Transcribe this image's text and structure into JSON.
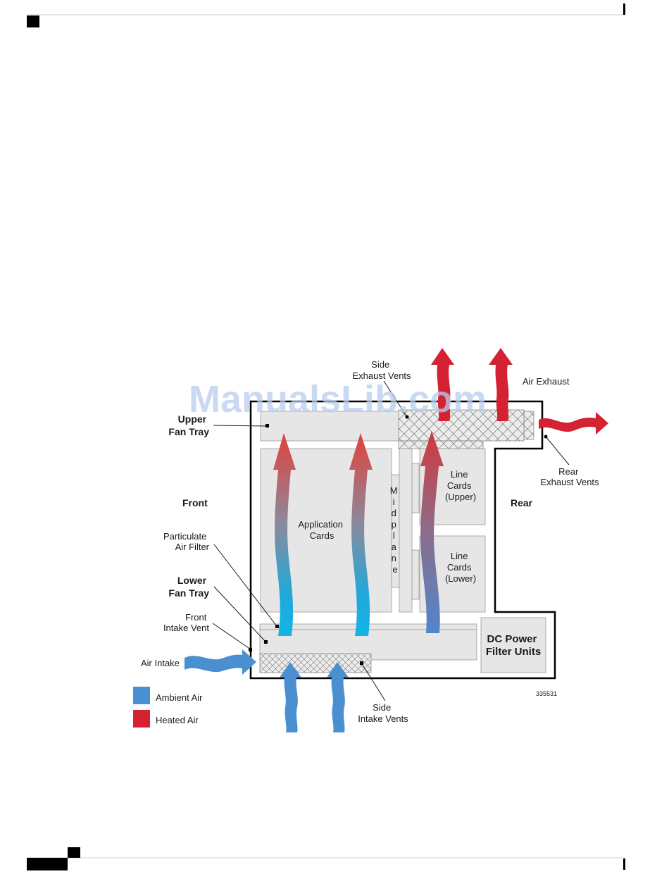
{
  "watermark": "ManualsLib.com",
  "diagram_id": "335531",
  "labels": {
    "side_exhaust_vents": [
      "Side",
      "Exhaust Vents"
    ],
    "air_exhaust": "Air Exhaust",
    "upper_fan_tray": [
      "Upper",
      "Fan Tray"
    ],
    "rear_exhaust_vents": [
      "Rear",
      "Exhaust Vents"
    ],
    "front": "Front",
    "rear": "Rear",
    "application_cards": [
      "Application",
      "Cards"
    ],
    "midplane": [
      "M",
      "i",
      "d",
      "p",
      "l",
      "a",
      "n",
      "e"
    ],
    "line_cards_upper": [
      "Line",
      "Cards",
      "(Upper)"
    ],
    "line_cards_lower": [
      "Line",
      "Cards",
      "(Lower)"
    ],
    "particulate_air_filter": [
      "Particulate",
      "Air Filter"
    ],
    "lower_fan_tray": [
      "Lower",
      "Fan Tray"
    ],
    "front_intake_vent": [
      "Front",
      "Intake Vent"
    ],
    "air_intake": "Air Intake",
    "dc_power_filter_units": [
      "DC Power",
      "Filter Units"
    ],
    "side_intake_vents": [
      "Side",
      "Intake Vents"
    ]
  },
  "legend": [
    {
      "label": "Ambient Air",
      "color": "#4a90d0"
    },
    {
      "label": "Heated Air",
      "color": "#d42232"
    }
  ],
  "colors": {
    "ambient": "#4a90d0",
    "heated": "#d42232",
    "cyan": "#12b2e2",
    "card_fill": "#e6e6e7"
  }
}
